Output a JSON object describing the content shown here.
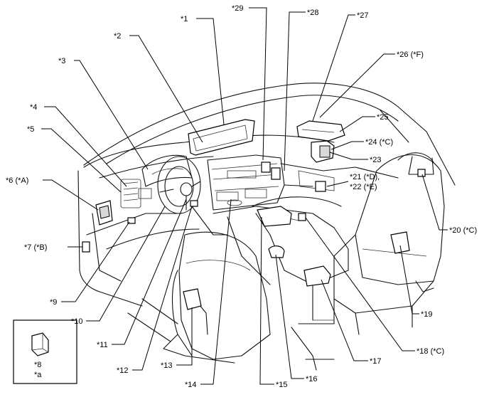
{
  "callouts": [
    {
      "id": "c1",
      "text": "*1"
    },
    {
      "id": "c2",
      "text": "*2"
    },
    {
      "id": "c3",
      "text": "*3"
    },
    {
      "id": "c4",
      "text": "*4"
    },
    {
      "id": "c5",
      "text": "*5"
    },
    {
      "id": "c6",
      "text": "*6 (*A)"
    },
    {
      "id": "c7",
      "text": "*7 (*B)"
    },
    {
      "id": "c8",
      "text": "*8"
    },
    {
      "id": "c9",
      "text": "*9"
    },
    {
      "id": "c10",
      "text": "*10"
    },
    {
      "id": "c11",
      "text": "*11"
    },
    {
      "id": "c12",
      "text": "*12"
    },
    {
      "id": "c13",
      "text": "*13"
    },
    {
      "id": "c14",
      "text": "*14"
    },
    {
      "id": "c15",
      "text": "*15"
    },
    {
      "id": "c16",
      "text": "*16"
    },
    {
      "id": "c17",
      "text": "*17"
    },
    {
      "id": "c18",
      "text": "*18 (*C)"
    },
    {
      "id": "c19",
      "text": "*19"
    },
    {
      "id": "c20",
      "text": "*20 (*C)"
    },
    {
      "id": "c21",
      "text": "*21 (*D),"
    },
    {
      "id": "c22",
      "text": "*22 (*E)"
    },
    {
      "id": "c23",
      "text": "*23"
    },
    {
      "id": "c24",
      "text": "*24 (*C)"
    },
    {
      "id": "c25",
      "text": "*25"
    },
    {
      "id": "c26",
      "text": "*26 (*F)"
    },
    {
      "id": "c27",
      "text": "*27"
    },
    {
      "id": "c28",
      "text": "*28"
    },
    {
      "id": "c29",
      "text": "*29"
    }
  ],
  "inset": {
    "label": "*a"
  }
}
